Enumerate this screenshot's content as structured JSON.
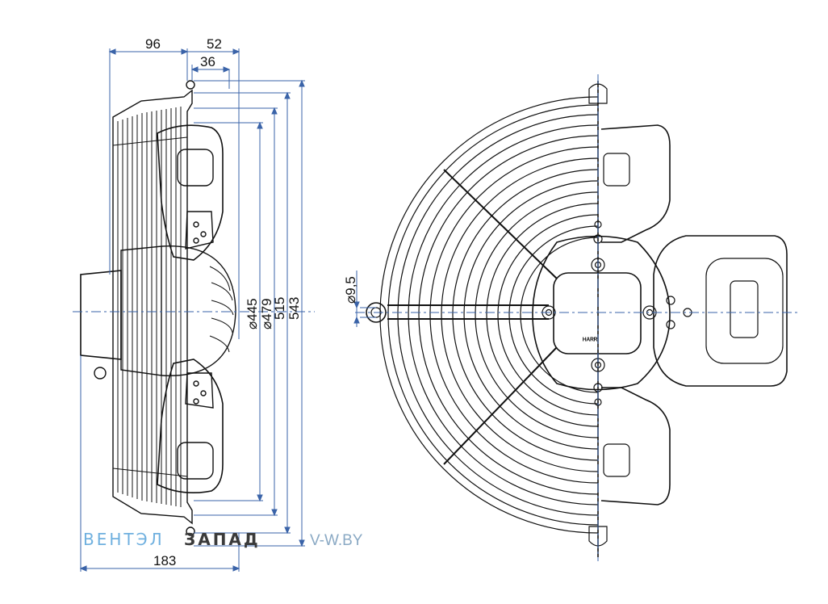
{
  "dimensions": {
    "side_96": "96",
    "side_52": "52",
    "side_36": "36",
    "side_183": "183",
    "dia_445": "⌀445",
    "dia_479": "⌀479",
    "len_515": "515",
    "len_543": "543",
    "hole_95": "⌀9,5"
  },
  "watermark": {
    "part_blue": "ВЕНТЭЛ",
    "part_dark": "ЗАПАД",
    "url": "V-W.BY"
  },
  "colors": {
    "dimension_line": "#3a63a8",
    "outline": "#111111",
    "watermark_blue": "#6fb0df",
    "watermark_dark": "#3a3a3a"
  }
}
